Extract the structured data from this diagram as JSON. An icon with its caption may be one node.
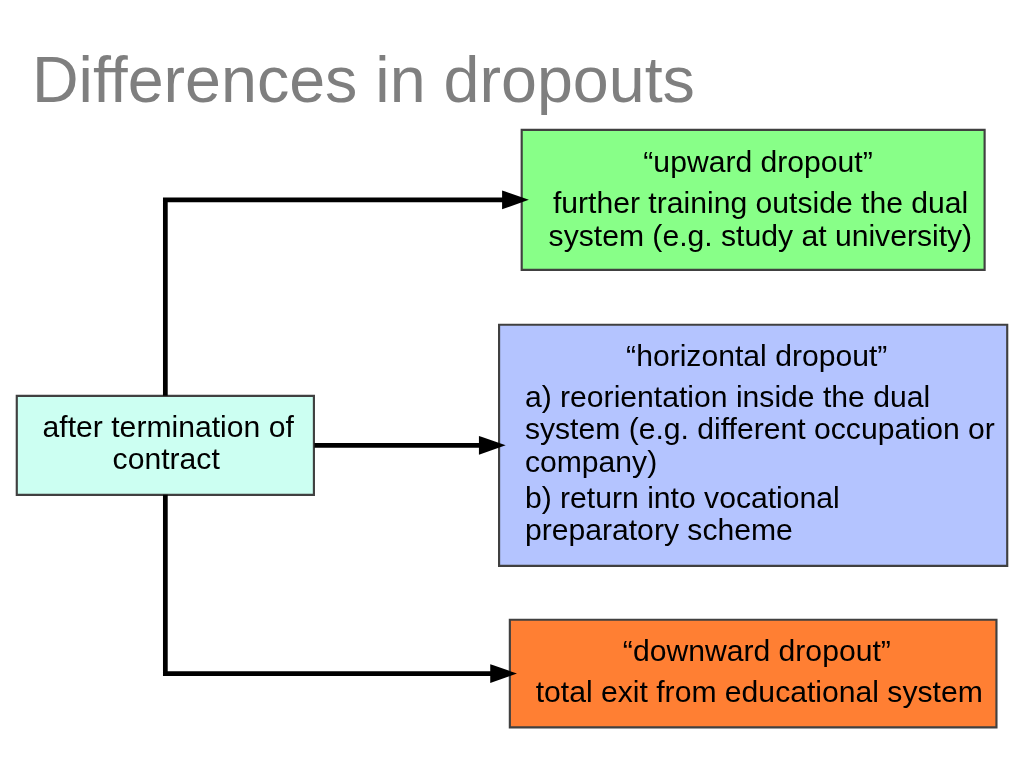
{
  "diagram": {
    "title": "Differences in dropouts",
    "nodes": [
      {
        "text": [
          "after termination of contract"
        ]
      },
      {
        "text": [
          "“upward dropout”",
          "further training outside the dual system (e.g. study at university)"
        ]
      },
      {
        "text": [
          "“horizontal dropout”",
          "a) reorientation inside the dual system (e.g. different occupation or company)",
          "b) return into vocational preparatory scheme"
        ]
      },
      {
        "text": [
          "“downward dropout”",
          "total exit from educational system"
        ]
      }
    ],
    "edges": [
      {
        "from": 0,
        "to": 1,
        "arrow": "to"
      },
      {
        "from": 0,
        "to": 2,
        "arrow": "to"
      },
      {
        "from": 0,
        "to": 3,
        "arrow": "to"
      }
    ]
  }
}
